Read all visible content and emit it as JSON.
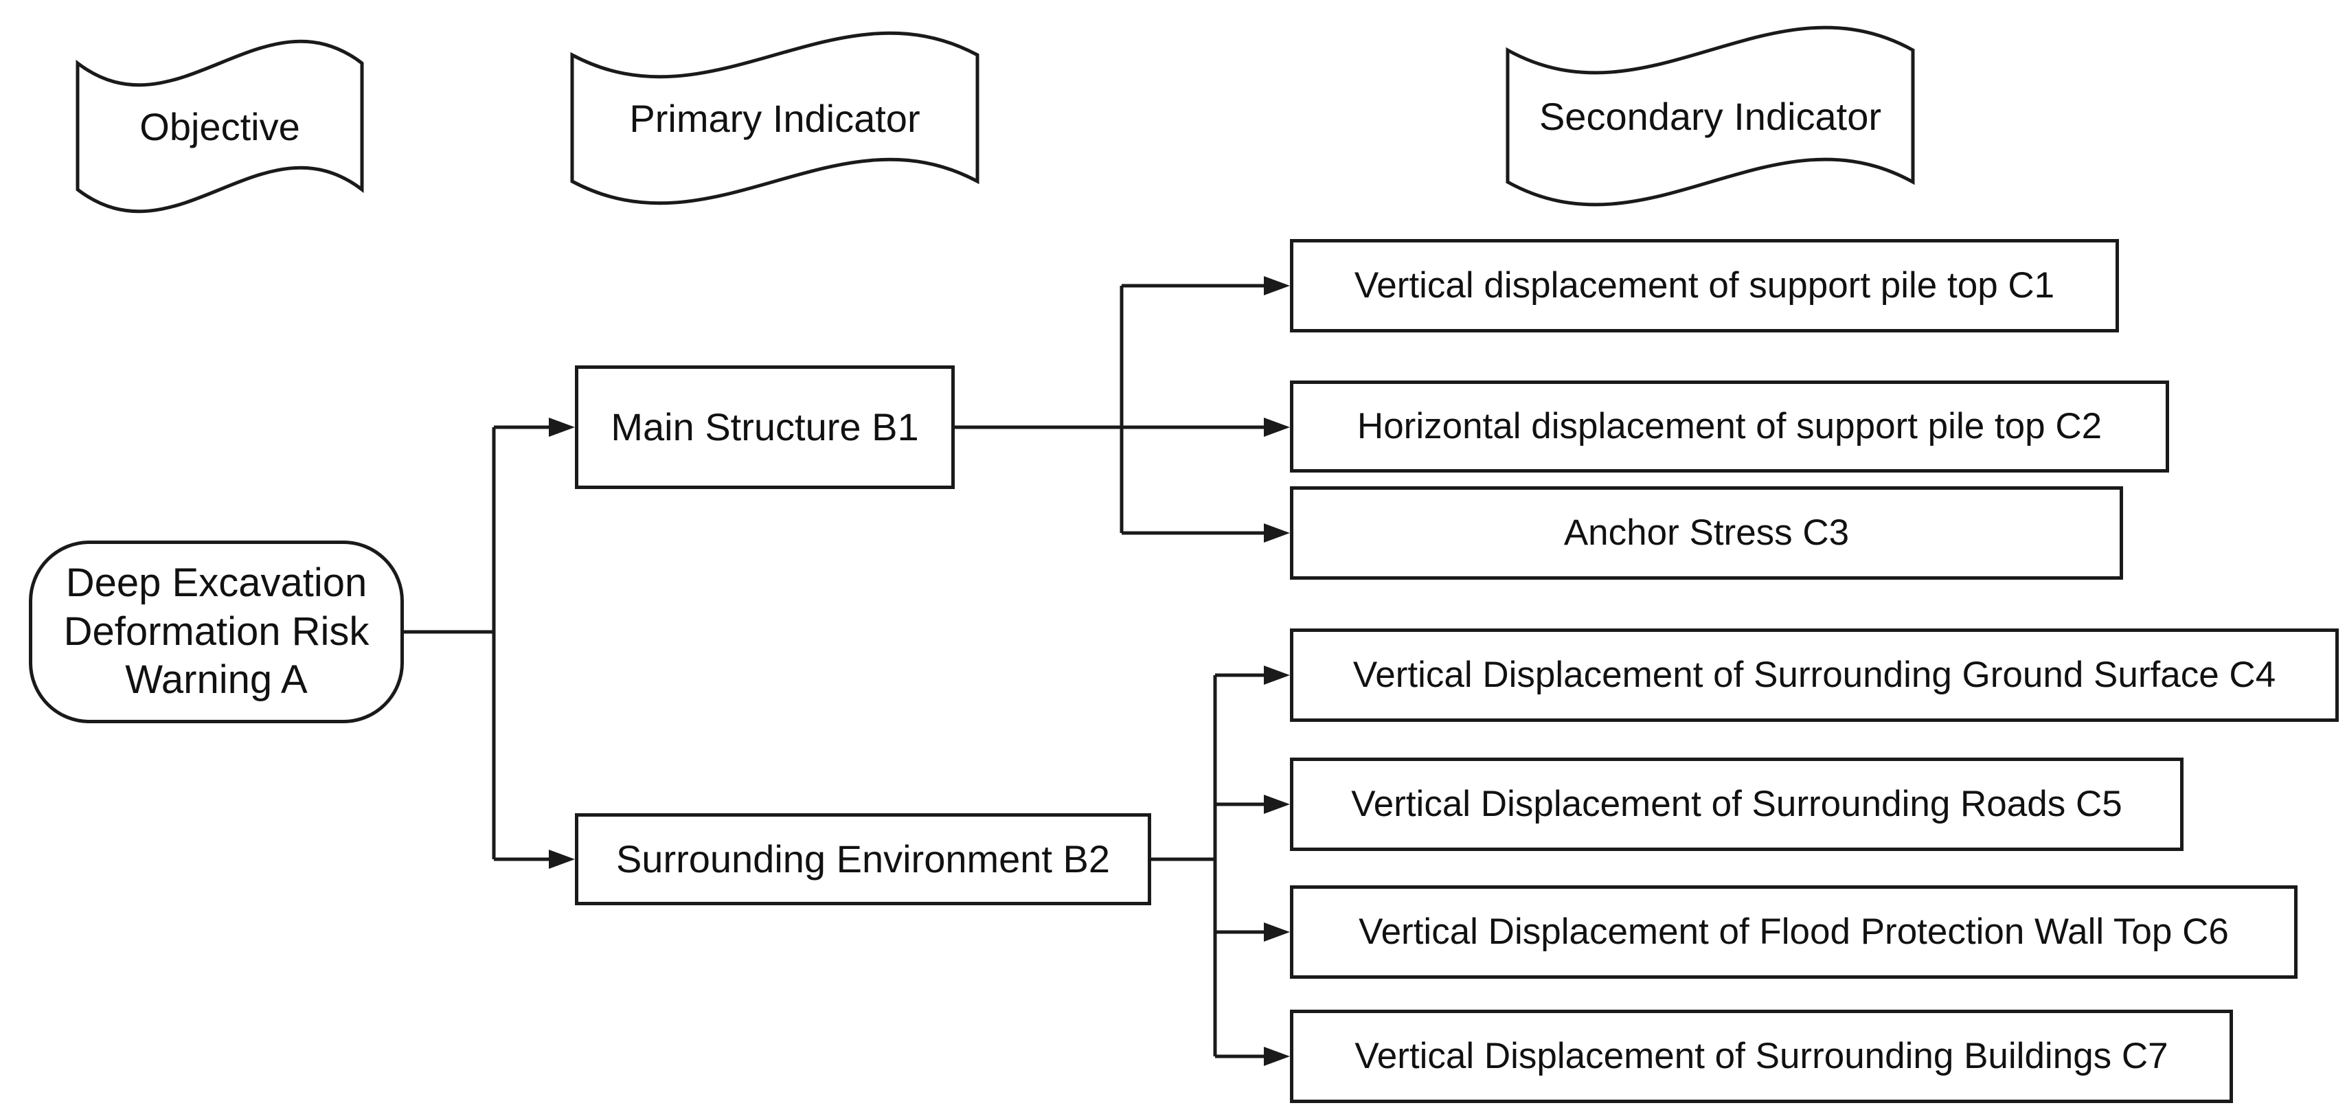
{
  "headers": [
    {
      "id": "objective",
      "label": "Objective"
    },
    {
      "id": "primary",
      "label": "Primary Indicator"
    },
    {
      "id": "secondary",
      "label": "Secondary Indicator"
    }
  ],
  "nodes": {
    "a": {
      "id": "A",
      "label": "Deep Excavation\nDeformation Risk\nWarning A"
    },
    "b1": {
      "id": "B1",
      "label": "Main Structure B1"
    },
    "b2": {
      "id": "B2",
      "label": "Surrounding Environment B2"
    },
    "c1": {
      "id": "C1",
      "label": "Vertical displacement of support pile top C1"
    },
    "c2": {
      "id": "C2",
      "label": "Horizontal displacement of support pile top C2"
    },
    "c3": {
      "id": "C3",
      "label": "Anchor Stress C3"
    },
    "c4": {
      "id": "C4",
      "label": "Vertical Displacement of Surrounding Ground Surface C4"
    },
    "c5": {
      "id": "C5",
      "label": "Vertical Displacement of Surrounding Roads C5"
    },
    "c6": {
      "id": "C6",
      "label": "Vertical Displacement of Flood Protection Wall Top C6"
    },
    "c7": {
      "id": "C7",
      "label": "Vertical Displacement of Surrounding Buildings C7"
    }
  },
  "edges": [
    {
      "from": "A",
      "to": "B1"
    },
    {
      "from": "A",
      "to": "B2"
    },
    {
      "from": "B1",
      "to": "C1"
    },
    {
      "from": "B1",
      "to": "C2"
    },
    {
      "from": "B1",
      "to": "C3"
    },
    {
      "from": "B2",
      "to": "C4"
    },
    {
      "from": "B2",
      "to": "C5"
    },
    {
      "from": "B2",
      "to": "C6"
    },
    {
      "from": "B2",
      "to": "C7"
    }
  ],
  "colors": {
    "line": "#1a1a1a",
    "text": "#111111",
    "background": "#ffffff",
    "node_fill": "#ffffff"
  }
}
